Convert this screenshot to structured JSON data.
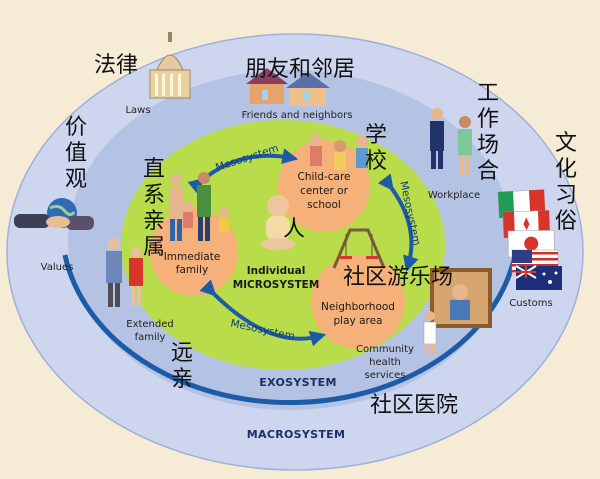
{
  "systems": {
    "macro": "MACROSYSTEM",
    "exo": "EXOSYSTEM",
    "micro_line1": "Individual",
    "micro_line2": "MICROSYSTEM",
    "mesosystem": "Mesosystem"
  },
  "micro_nodes": {
    "family": [
      "Immediate",
      "family"
    ],
    "school": [
      "Child-care",
      "center or",
      "school"
    ],
    "play": [
      "Neighborhood",
      "play area"
    ]
  },
  "exo_labels": {
    "friends": "Friends and neighbors",
    "workplace": "Workplace",
    "extended": [
      "Extended",
      "family"
    ],
    "health": [
      "Community",
      "health",
      "services"
    ]
  },
  "macro_labels": {
    "laws": "Laws",
    "values": "Values",
    "customs": "Customs"
  },
  "chinese": {
    "laws": "法律",
    "friends": "朋友和邻居",
    "workplace": [
      "工",
      "作",
      "场",
      "合"
    ],
    "values": [
      "价",
      "值",
      "观"
    ],
    "customs": [
      "文",
      "化",
      "习",
      "俗"
    ],
    "school": [
      "学",
      "校"
    ],
    "family": [
      "直",
      "系",
      "亲",
      "属"
    ],
    "person": "人",
    "play": "社区游乐场",
    "extended": [
      "远",
      "亲"
    ],
    "health": "社区医院"
  },
  "colors": {
    "background": "#f6ecd6",
    "macro_fill": "#cdd6ee",
    "exo_fill": "#b4c2e3",
    "micro_fill": "#b8dc4a",
    "node_fill": "#f6b07a",
    "arrow": "#1c5ba8"
  },
  "icons": [
    "capitol-building-icon",
    "houses-icon",
    "businesspeople-icon",
    "handshake-globe-icon",
    "flags-icon",
    "children-group-icon",
    "family-group-icon",
    "playground-icon",
    "elderly-couple-icon",
    "picture-frame-icon",
    "baby-icon"
  ]
}
